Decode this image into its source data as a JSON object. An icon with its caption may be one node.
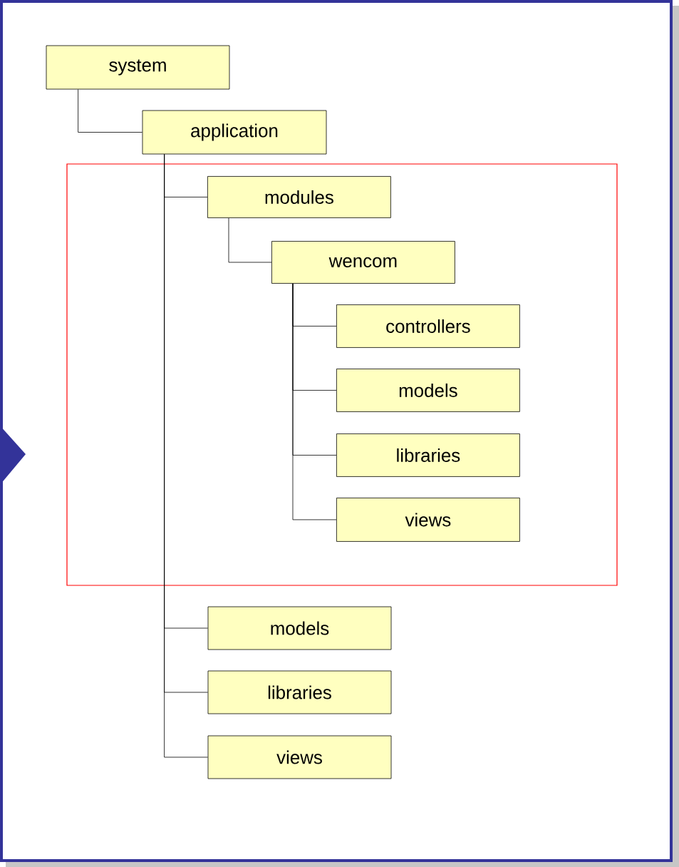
{
  "diagram": {
    "nodes": [
      {
        "text": [
          "system"
        ]
      },
      {
        "text": [
          "application"
        ]
      },
      {
        "text": [],
        "shape": "box"
      },
      {
        "text": [
          "modules"
        ],
        "in": 2
      },
      {
        "text": [
          "wencom"
        ],
        "in": 2
      },
      {
        "text": [
          "controllers"
        ],
        "in": 2
      },
      {
        "text": [
          "models"
        ],
        "in": 2
      },
      {
        "text": [
          "libraries"
        ],
        "in": 2
      },
      {
        "text": [
          "views"
        ],
        "in": 2
      },
      {
        "text": [
          "models"
        ]
      },
      {
        "text": [
          "libraries"
        ]
      },
      {
        "text": [
          "views"
        ]
      }
    ],
    "edges": [
      {
        "from": 0,
        "to": 1,
        "arrow": "none"
      },
      {
        "from": 1,
        "to": 3,
        "arrow": "none"
      },
      {
        "from": 3,
        "to": 4,
        "arrow": "none"
      },
      {
        "from": 4,
        "to": 5,
        "arrow": "none"
      },
      {
        "from": 4,
        "to": 6,
        "arrow": "none"
      },
      {
        "from": 4,
        "to": 7,
        "arrow": "none"
      },
      {
        "from": 4,
        "to": 8,
        "arrow": "none"
      },
      {
        "from": 1,
        "to": 9,
        "arrow": "none"
      },
      {
        "from": 1,
        "to": 10,
        "arrow": "none"
      },
      {
        "from": 1,
        "to": 11,
        "arrow": "none"
      }
    ]
  }
}
